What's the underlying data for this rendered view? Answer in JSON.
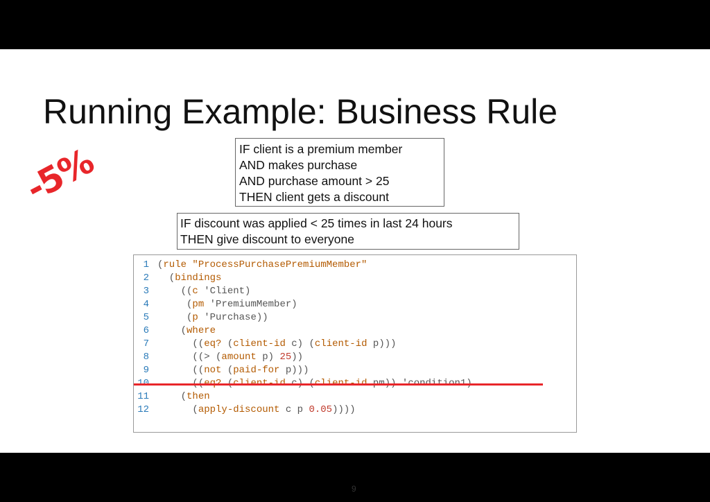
{
  "title": "Running Example: Business Rule",
  "stamp": "-5%",
  "note_premium": [
    "IF client is a premium member",
    "AND makes purchase",
    "AND purchase amount > 25",
    "THEN client gets a discount"
  ],
  "note_everyone": [
    "IF discount was applied < 25 times in last 24 hours",
    "THEN give discount to everyone"
  ],
  "code": {
    "l1": {
      "n": "1",
      "a": "(",
      "b": "rule",
      "c": " ",
      "d": "\"ProcessPurchasePremiumMember\""
    },
    "l2": {
      "n": "2",
      "a": "  (",
      "b": "bindings"
    },
    "l3": {
      "n": "3",
      "a": "    ((",
      "b": "c",
      "c": " 'Client)"
    },
    "l4": {
      "n": "4",
      "a": "     (",
      "b": "pm",
      "c": " 'PremiumMember)"
    },
    "l5": {
      "n": "5",
      "a": "     (",
      "b": "p",
      "c": " 'Purchase))"
    },
    "l6": {
      "n": "6",
      "a": "    (",
      "b": "where"
    },
    "l7": {
      "n": "7",
      "a": "      ((",
      "b": "eq?",
      "c": " (",
      "d": "client-id",
      "e": " c) (",
      "f": "client-id",
      "g": " p)))"
    },
    "l8": {
      "n": "8",
      "a": "      ((> (",
      "b": "amount",
      "c": " p) ",
      "d": "25",
      "e": "))"
    },
    "l9": {
      "n": "9",
      "a": "      ((",
      "b": "not",
      "c": " (",
      "d": "paid-for",
      "e": " p)))"
    },
    "l10": {
      "n": "10",
      "a": "      ((",
      "b": "eq?",
      "c": " (",
      "d": "client-id",
      "e": " c) (",
      "f": "client-id",
      "g": " pm)) 'condition1)"
    },
    "l11": {
      "n": "11",
      "a": "    (",
      "b": "then"
    },
    "l12": {
      "n": "12",
      "a": "      (",
      "b": "apply-discount",
      "c": " c p ",
      "d": "0.05",
      "e": "))))"
    }
  },
  "page_number": "9"
}
